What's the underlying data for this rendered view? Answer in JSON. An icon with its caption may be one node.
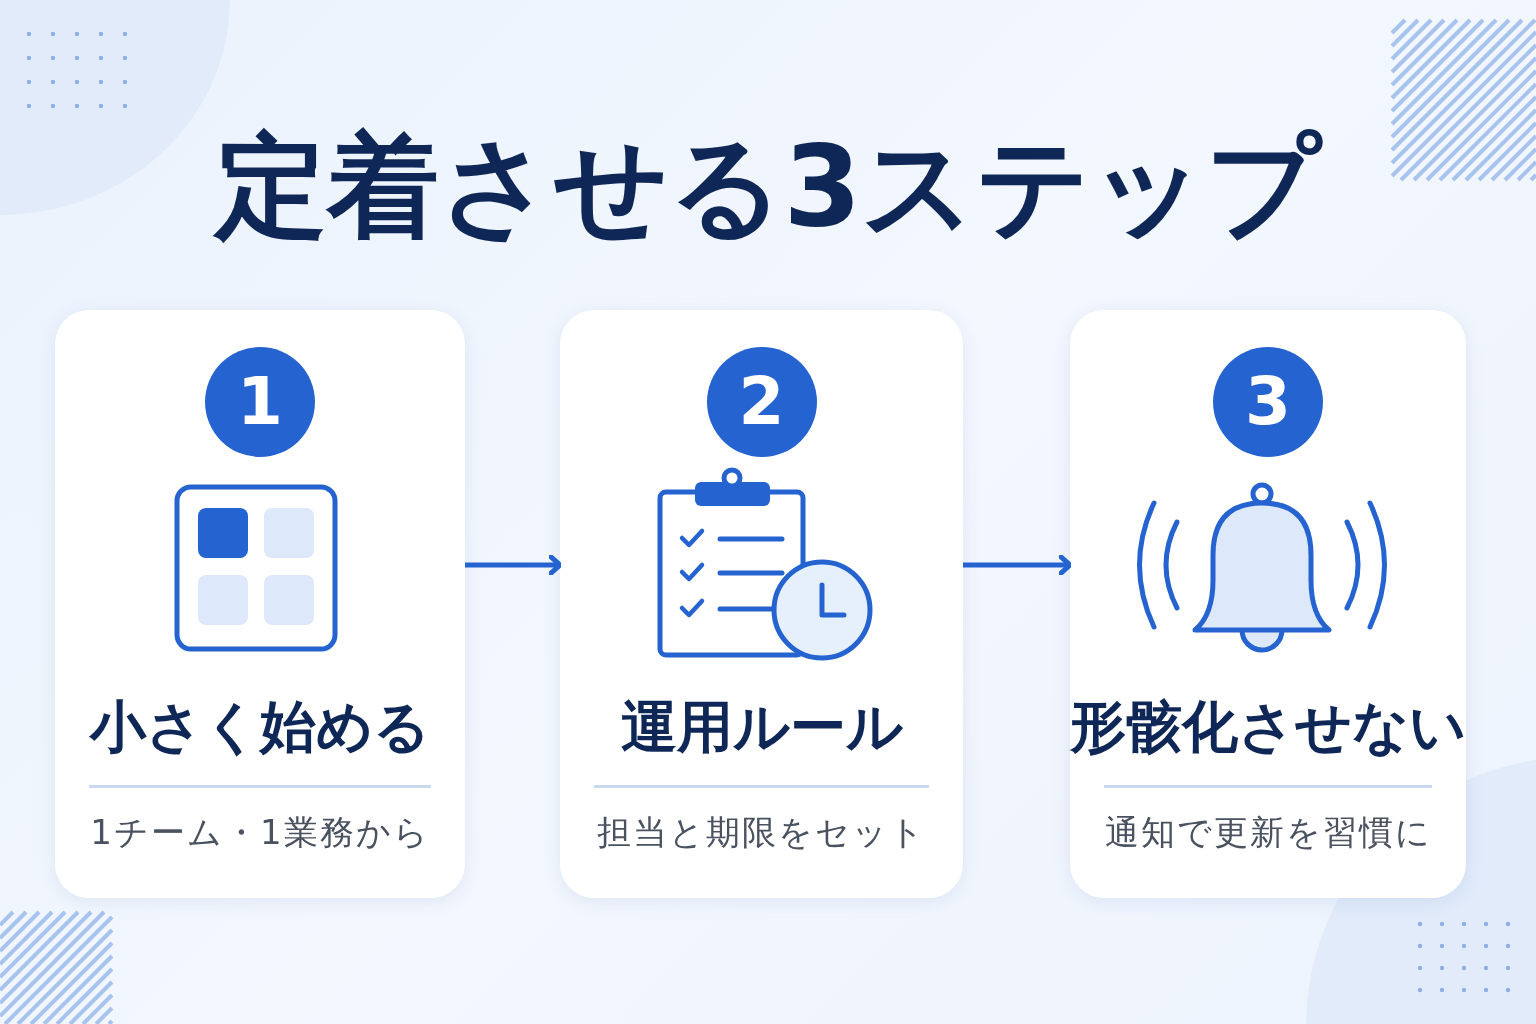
{
  "diagram": {
    "title": "定着させる3ステップ",
    "nodes": [
      {
        "text": [
          "小さく始める",
          "1チーム・1業務から"
        ]
      },
      {
        "text": [
          "1"
        ],
        "in": 0
      },
      {
        "text": [
          "運用ルール",
          "担当と期限をセット"
        ]
      },
      {
        "text": [
          "2"
        ],
        "in": 2
      },
      {
        "text": [
          "形骸化させない",
          "通知で更新を習慣に"
        ]
      },
      {
        "text": [
          "3"
        ],
        "in": 4
      }
    ],
    "edges": [
      {
        "from": 0,
        "to": 2,
        "arrow": "to"
      },
      {
        "from": 2,
        "to": 4,
        "arrow": "to"
      }
    ]
  }
}
